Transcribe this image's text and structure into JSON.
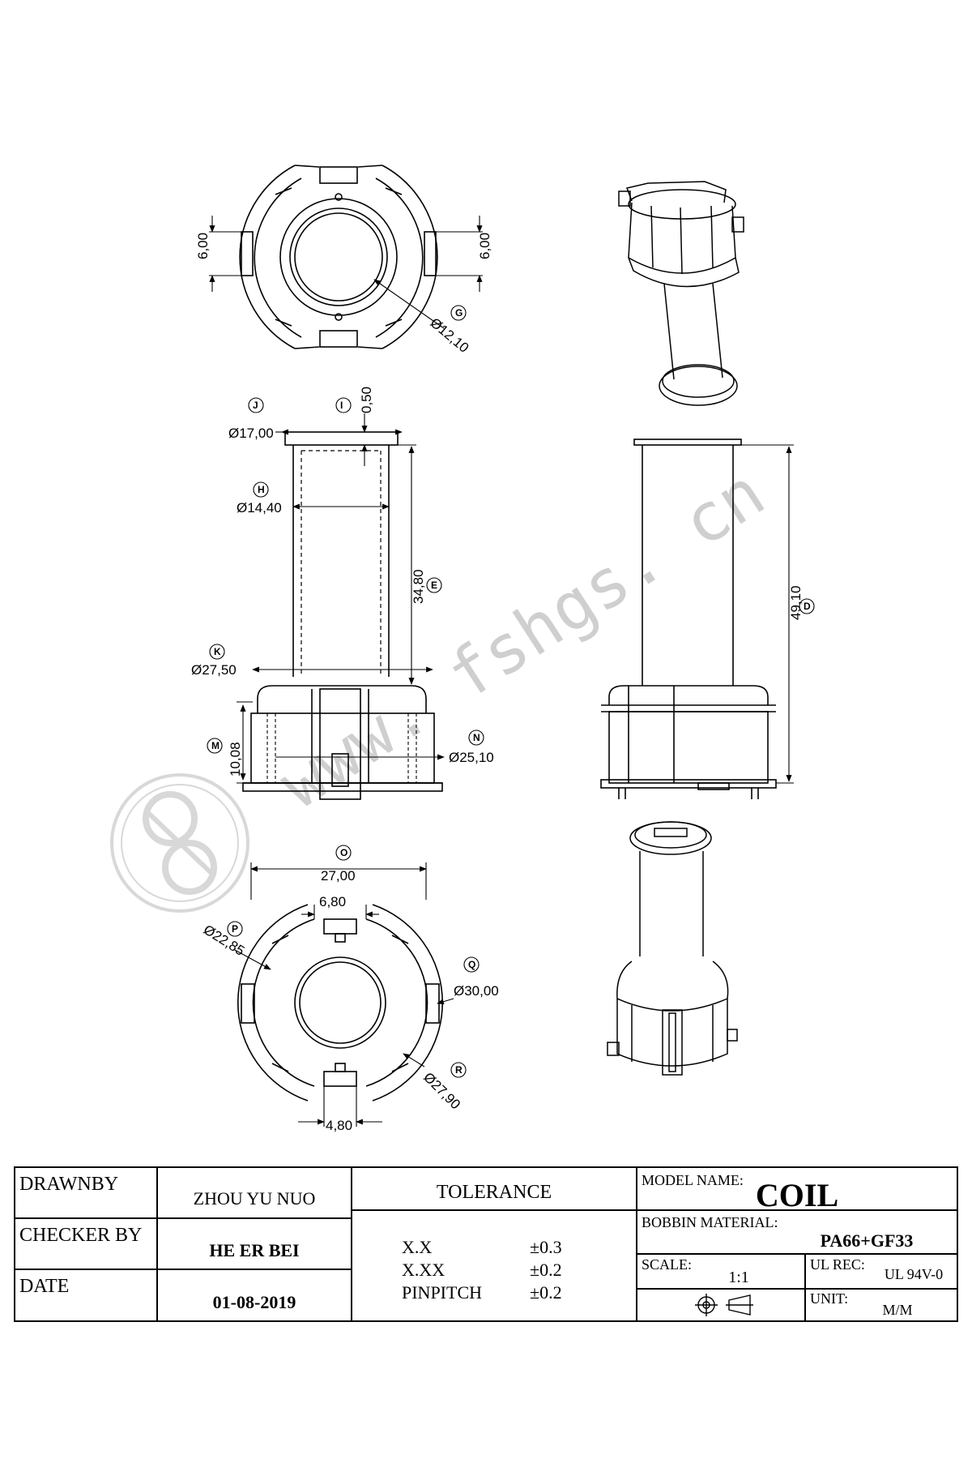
{
  "watermark": {
    "site": "www. fshgs. cn"
  },
  "top_view": {
    "dim_left": "6,00",
    "dim_right": "6,00",
    "dim_hole": "Ø12,10",
    "callout_hole": "G"
  },
  "front_view": {
    "dim_flange": "Ø17,00",
    "callout_flange": "J",
    "dim_wall": "0,50",
    "callout_wall": "I",
    "dim_inner": "Ø14,40",
    "callout_inner": "H",
    "dim_tube_height": "34,80",
    "callout_tube_height": "E",
    "dim_base": "Ø27,50",
    "callout_base": "K",
    "dim_base_height": "10,08",
    "callout_base_height": "M",
    "dim_base_inner": "Ø25,10",
    "callout_base_inner": "N"
  },
  "side_view": {
    "dim_total_height": "49,10",
    "callout_total_height": "D"
  },
  "bottom_view": {
    "dim_width": "27,00",
    "callout_width": "O",
    "dim_slot_top": "6,80",
    "dim_dia_left": "Ø22,85",
    "callout_dia_left": "P",
    "dim_dia_right": "Ø30,00",
    "callout_dia_right": "Q",
    "dim_dia_bottom": "Ø27,90",
    "callout_dia_bottom": "R",
    "dim_slot_bottom": "4,80"
  },
  "title_block": {
    "drawn_by_label": "DRAWNBY",
    "drawn_by_value": "ZHOU YU NUO",
    "checker_label": "CHECKER BY",
    "checker_value": "HE ER BEI",
    "date_label": "DATE",
    "date_value": "01-08-2019",
    "tolerance_label": "TOLERANCE",
    "tol_rows": [
      {
        "key": "X.X",
        "value": "±0.3"
      },
      {
        "key": "X.XX",
        "value": "±0.2"
      },
      {
        "key": "PINPITCH",
        "value": "±0.2"
      }
    ],
    "model_label": "MODEL NAME:",
    "model_value": "COIL",
    "material_label": "BOBBIN MATERIAL:",
    "material_value": "PA66+GF33",
    "scale_label": "SCALE:",
    "scale_value": "1:1",
    "ul_label": "UL REC:",
    "ul_value": "UL 94V-0",
    "unit_label": "UNIT:",
    "unit_value": "M/M"
  }
}
